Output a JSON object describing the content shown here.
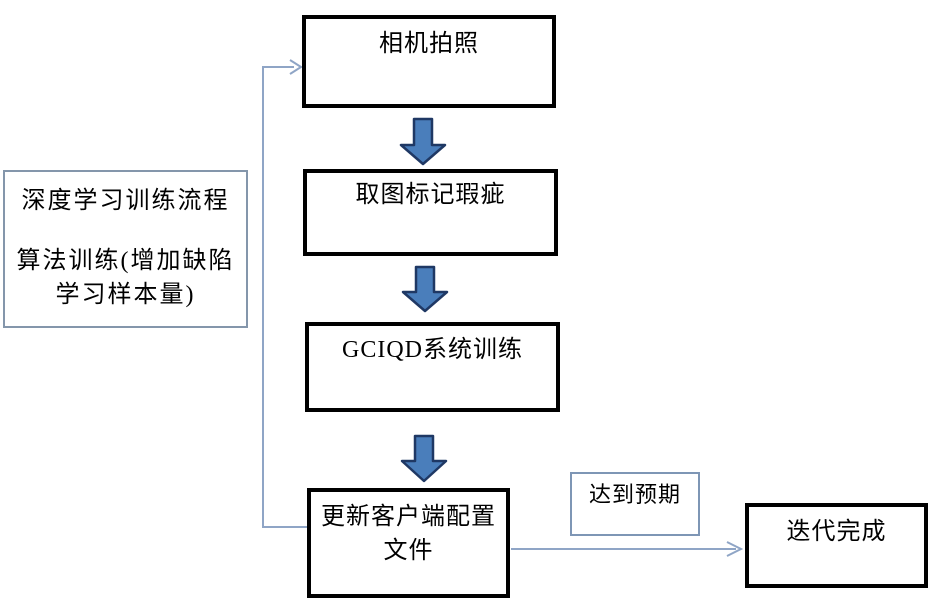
{
  "side_panel": {
    "line1": "深度学习训练流程",
    "line2": "算法训练(增加缺陷",
    "line3": "学习样本量)"
  },
  "flow_nodes": {
    "capture": "相机拍照",
    "mark": "取图标记瑕疵",
    "train": "GCIQD系统训练",
    "update_line1": "更新客户端配置",
    "update_line2": "文件",
    "done": "迭代完成"
  },
  "edge_label": "达到预期",
  "colors": {
    "background": "#ffffff",
    "text": "#000000",
    "box_border_strong": "#000000",
    "panel_border": "#8496ab",
    "label_border": "#7e96b5",
    "connector": "#8fa5c6",
    "arrow_fill": "#4a7ebb",
    "arrow_stroke": "#1f3864"
  }
}
